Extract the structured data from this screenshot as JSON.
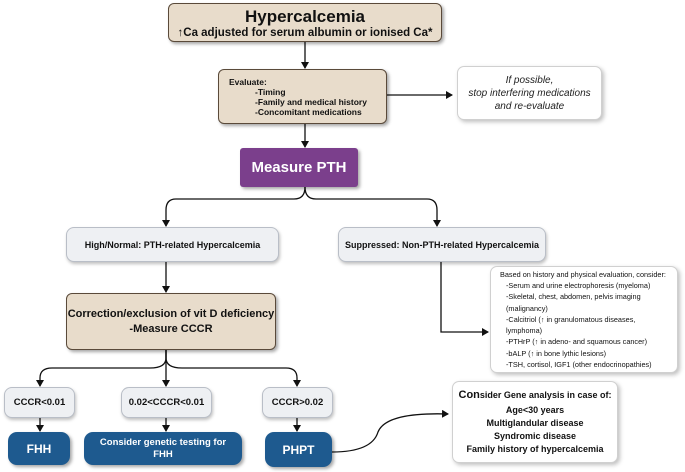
{
  "top": {
    "title": "Hypercalcemia",
    "arrow": "↑",
    "subtitle": "Ca adjusted for serum albumin or ionised Ca*"
  },
  "evaluate": {
    "heading": "Evaluate:",
    "items": [
      "-Timing",
      "-Family and medical history",
      "-Concomitant medications"
    ]
  },
  "side_note": {
    "lines": [
      "If possible,",
      "stop interfering medications",
      "and re-evaluate"
    ]
  },
  "measure_pth": {
    "label": "Measure PTH"
  },
  "high_normal": {
    "label": "High/Normal: PTH-related Hypercalcemia"
  },
  "suppressed": {
    "label": "Suppressed: Non-PTH-related Hypercalcemia"
  },
  "non_pth_workup": {
    "heading": "Based on history and physical evaluation, consider:",
    "items": [
      "-Serum and urine electrophoresis  (myeloma)",
      "-Skeletal, chest, abdomen, pelvis imaging (malignancy)",
      "-Calcitriol (↑ in granulomatous diseases, lymphoma)",
      "-PTHrP (↑ in adeno- and squamous cancer)",
      "-bALP (↑ in bone lythic lesions)",
      "-TSH, cortisol, IGF1 (other endocrinopathies)"
    ]
  },
  "correction": {
    "line1": "Correction/exclusion of vit D deficiency",
    "line2": "-Measure CCCR"
  },
  "cccr": {
    "low": "CCCR<0.01",
    "mid": "0.02<CCCR<0.01",
    "high": "CCCR>0.02"
  },
  "outcomes": {
    "fhh": "FHH",
    "genetic": "Consider genetic testing for FHH",
    "phpt": "PHPT"
  },
  "gene_analysis": {
    "heading_prefix": "Con",
    "heading_rest": "sider Gene analysis in case of:",
    "items": [
      "Age<30 years",
      "Multiglandular disease",
      "Syndromic disease",
      "Family history of hypercalcemia"
    ]
  },
  "colors": {
    "tan": "#e8dccb",
    "purple": "#7b3f8c",
    "blue": "#1e5a8f",
    "grey": "#eef0f3"
  }
}
